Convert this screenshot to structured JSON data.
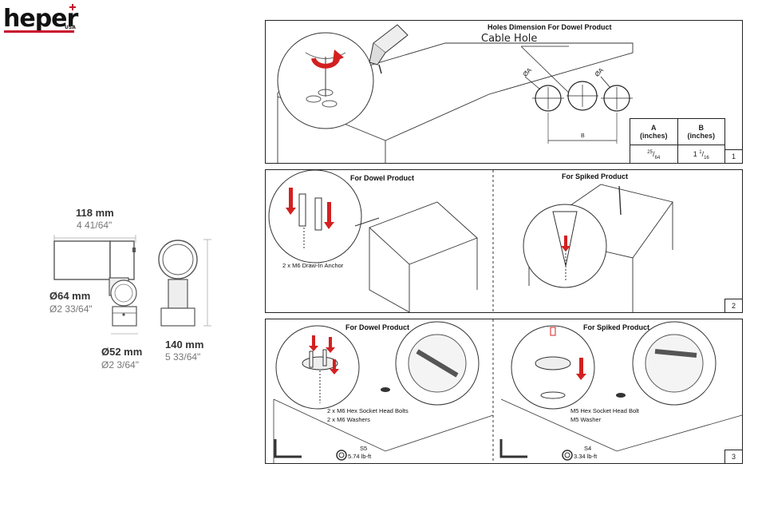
{
  "brand": {
    "name": "heper",
    "suffix": "USA",
    "accent_color": "#c8102e"
  },
  "product_dimensions": {
    "width_mm": "118 mm",
    "width_in": "4 41/64\"",
    "head_diameter_mm": "Ø64 mm",
    "head_diameter_in": "Ø2 33/64\"",
    "base_diameter_mm": "Ø52 mm",
    "base_diameter_in": "Ø2 3/64\"",
    "height_mm": "140 mm",
    "height_in": "5 33/64\""
  },
  "step1": {
    "number": "1",
    "title": "Holes Dimension For Dowel Product",
    "cable_hole_label": "Cable Hole",
    "dia_label": "ØA",
    "spacing_label": "B",
    "table": {
      "headers": [
        {
          "letter": "A",
          "unit": "(inches)"
        },
        {
          "letter": "B",
          "unit": "(inches)"
        }
      ],
      "values": {
        "a_num": "25",
        "a_den": "64",
        "b_whole": "1",
        "b_num": "1",
        "b_den": "16"
      }
    }
  },
  "step2": {
    "number": "2",
    "dowel_title": "For Dowel Product",
    "spiked_title": "For Spiked Product",
    "dowel_caption": "2 x M6 Draw-In Anchor"
  },
  "step3": {
    "number": "3",
    "dowel_title": "For Dowel Product",
    "spiked_title": "For Spiked Product",
    "dowel_caption_1": "2 x M6 Hex Socket Head Bolts",
    "dowel_caption_2": "2 x M6 Washers",
    "spiked_caption_1": "M5 Hex Socket Head Bolt",
    "spiked_caption_2": "M5 Washer",
    "dowel_tool_size": "S5",
    "dowel_torque": "5.74 lb-ft",
    "spiked_tool_size": "S4",
    "spiked_torque": "3.34 lb-ft"
  }
}
